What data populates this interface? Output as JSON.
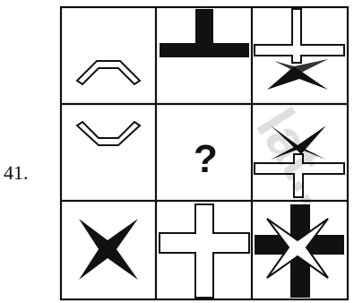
{
  "question": {
    "number": "41.",
    "unknown_symbol": "?"
  },
  "watermark": {
    "text": "lat.."
  },
  "grid": {
    "rows": 3,
    "cols": 3,
    "cells": [
      [
        "chevron-up-outline",
        "t-bar-filled",
        "cross-outline-with-star-bottom"
      ],
      [
        "chevron-down-outline",
        "unknown",
        "cross-outline-with-star-top"
      ],
      [
        "x-star-filled",
        "cross-outline",
        "cross-filled-with-x-star-outline"
      ]
    ]
  },
  "colors": {
    "ink": "#111111",
    "paper": "#ffffff"
  }
}
